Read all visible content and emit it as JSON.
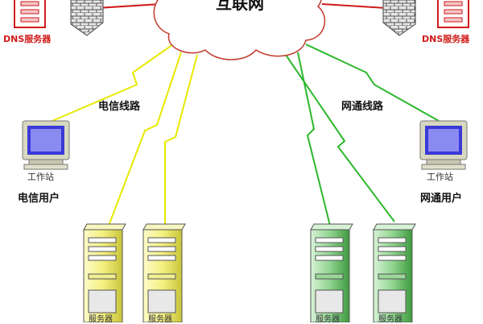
{
  "cloud": {
    "title": "互联网"
  },
  "dns_left": {
    "label": "DNS服务器"
  },
  "dns_right": {
    "label": "DNS服务器"
  },
  "telecom": {
    "line_label": "电信线路",
    "workstation_label": "工作站",
    "user_label": "电信用户",
    "color": "#e8e800"
  },
  "netcom": {
    "line_label": "网通线路",
    "workstation_label": "工作站",
    "user_label": "网通用户",
    "color": "#2db82d"
  },
  "servers": [
    {
      "label": "服务器"
    },
    {
      "label": "服务器"
    },
    {
      "label": "服务器"
    },
    {
      "label": "服务器"
    }
  ],
  "colors": {
    "firewall": "#666666",
    "dns_red": "#d11a1a",
    "cloud_stroke": "#c0392b"
  }
}
